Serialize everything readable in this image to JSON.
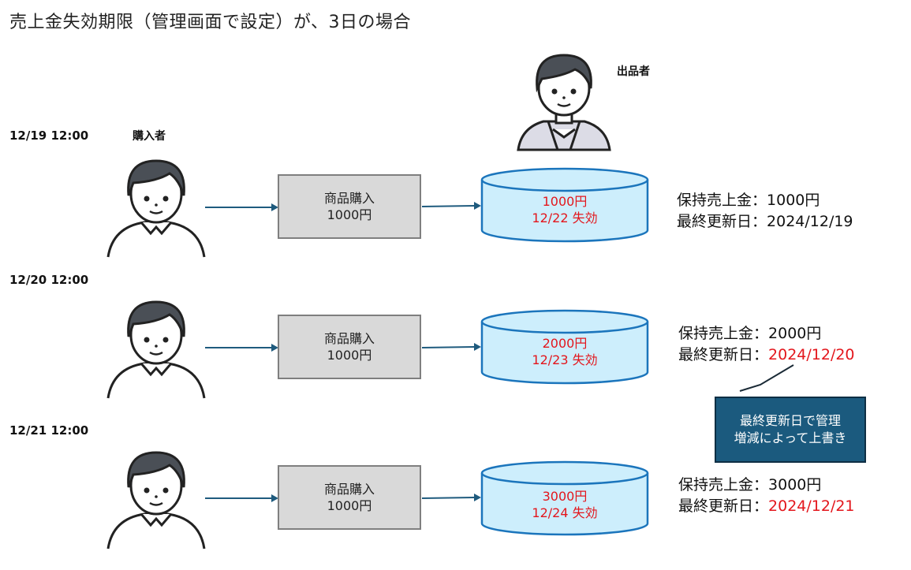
{
  "title": "売上金失効期限（管理画面で設定）が、3日の場合",
  "seller_label": "出品者",
  "buyer_label": "購入者",
  "colors": {
    "arrow": "#1f5b7e",
    "purchase_box_fill": "#d9d9d9",
    "db_fill": "#cdeefc",
    "db_stroke": "#1b75bc",
    "highlight_red": "#e3161c",
    "callout_fill": "#1b5a7e"
  },
  "rows": [
    {
      "timestamp": "12/19 12:00",
      "purchase": {
        "line1": "商品購入",
        "line2": "1000円"
      },
      "storage": {
        "amount": "1000円",
        "expiry": "12/22 失効"
      },
      "info": {
        "balance_label": "保持売上金：",
        "balance_value": "1000円",
        "updated_label": "最終更新日：",
        "updated_value": "2024/12/19",
        "updated_highlight": false
      }
    },
    {
      "timestamp": "12/20 12:00",
      "purchase": {
        "line1": "商品購入",
        "line2": "1000円"
      },
      "storage": {
        "amount": "2000円",
        "expiry": "12/23 失効"
      },
      "info": {
        "balance_label": "保持売上金：",
        "balance_value": "2000円",
        "updated_label": "最終更新日：",
        "updated_value": "2024/12/20",
        "updated_highlight": true
      }
    },
    {
      "timestamp": "12/21 12:00",
      "purchase": {
        "line1": "商品購入",
        "line2": "1000円"
      },
      "storage": {
        "amount": "3000円",
        "expiry": "12/24 失効"
      },
      "info": {
        "balance_label": "保持売上金：",
        "balance_value": "3000円",
        "updated_label": "最終更新日：",
        "updated_value": "2024/12/21",
        "updated_highlight": true
      }
    }
  ],
  "callout": {
    "line1": "最終更新日で管理",
    "line2": "増減によって上書き"
  }
}
